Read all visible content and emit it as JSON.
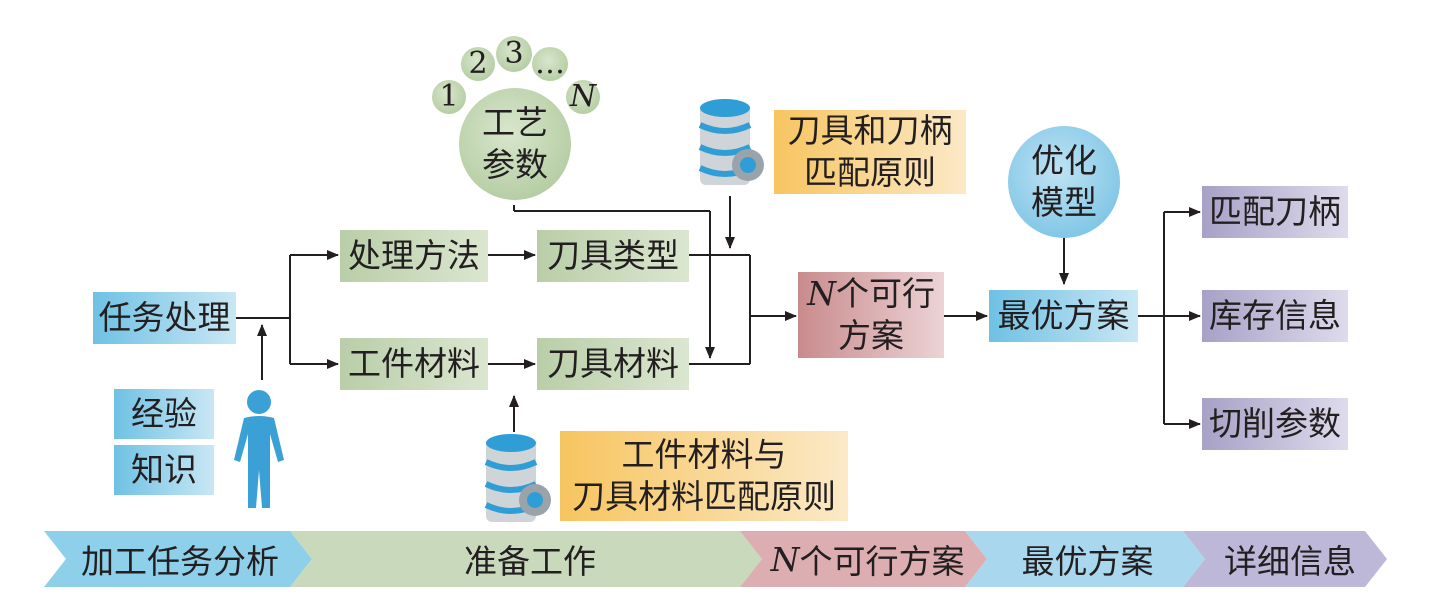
{
  "left": {
    "task": "任务处理",
    "experience": "经验",
    "knowledge": "知识"
  },
  "process_params": {
    "label_line1": "工艺",
    "label_line2": "参数",
    "numbers": [
      "1",
      "2",
      "3",
      "…",
      "N"
    ]
  },
  "prep": {
    "method": "处理方法",
    "workpiece_material": "工件材料",
    "tool_type": "刀具类型",
    "tool_material": "刀具材料"
  },
  "rules": {
    "tool_holder_line1": "刀具和刀柄",
    "tool_holder_line2": "匹配原则",
    "material_line1": "工件材料与",
    "material_line2": "刀具材料匹配原则"
  },
  "feasible": {
    "n": "N",
    "line1_rest": "个可行",
    "line2": "方案"
  },
  "optimization": {
    "model_line1": "优化",
    "model_line2": "模型",
    "best": "最优方案"
  },
  "outputs": [
    "匹配刀柄",
    "库存信息",
    "切削参数"
  ],
  "phases": {
    "p1": "加工任务分析",
    "p2": "准备工作",
    "p3_n": "N",
    "p3_rest": "个可行方案",
    "p4": "最优方案",
    "p5": "详细信息"
  },
  "colors": {
    "blue": "#6fc1e4",
    "green": "#b9cea8",
    "red": "#c98b8d",
    "purple": "#a7a1c6",
    "yellow": "#f7c560"
  }
}
